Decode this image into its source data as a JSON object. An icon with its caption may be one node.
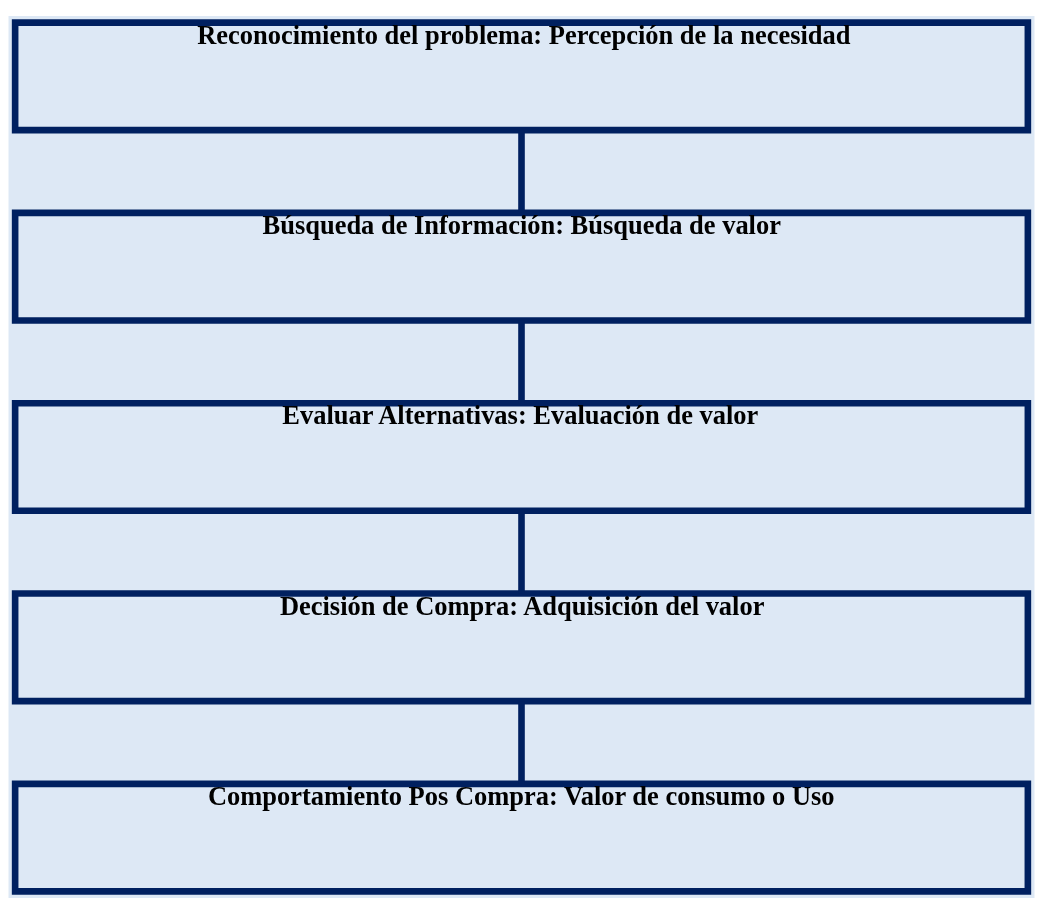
{
  "diagram": {
    "nodes": [
      {
        "text": [
          "Reconocimiento del problema: Percepción de la necesidad"
        ]
      },
      {
        "text": [
          "Búsqueda de Información: Búsqueda de valor"
        ]
      },
      {
        "text": [
          "Evaluar Alternativas: Evaluación de valor"
        ]
      },
      {
        "text": [
          "Decisión de Compra: Adquisición del valor"
        ]
      },
      {
        "text": [
          "Comportamiento Pos Compra: Valor de consumo o Uso"
        ]
      }
    ],
    "edges": [
      {
        "from": 0,
        "to": 1,
        "arrow": "none"
      },
      {
        "from": 1,
        "to": 2,
        "arrow": "none"
      },
      {
        "from": 2,
        "to": 3,
        "arrow": "none"
      },
      {
        "from": 3,
        "to": 4,
        "arrow": "none"
      }
    ]
  }
}
